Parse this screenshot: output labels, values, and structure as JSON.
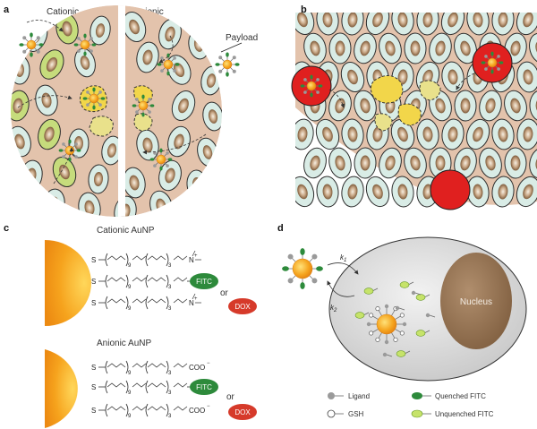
{
  "panels": {
    "a": {
      "label": "a",
      "left_title": "Cationic",
      "right_title": "Anionic",
      "payload_label": "Payload"
    },
    "b": {
      "label": "b"
    },
    "c": {
      "label": "c",
      "top_title": "Cationic AuNP",
      "bottom_title": "Anionic AuNP",
      "fitc": "FITC",
      "dox": "DOX",
      "or_text": "or",
      "sulfur": "S",
      "sub9": "9",
      "sub3": "3",
      "amine": "N",
      "carboxylate": "COO",
      "charge_plus": "+",
      "charge_minus": "−"
    },
    "d": {
      "label": "d",
      "nucleus": "Nucleus",
      "k": "k",
      "k1_sub": "1",
      "k2_sub": "2",
      "legend": {
        "ligand": "Ligand",
        "gsh": "GSH",
        "quenched": "Quenched FITC",
        "unquenched": "Unquenched FITC"
      }
    }
  },
  "colors": {
    "tissue": "#e3c3ac",
    "cell_fill": "#d9ece6",
    "cell_stroke": "#2c2c2c",
    "nucleus_grad_dark": "#8b6a48",
    "nucleus_grad_light": "#f4ead9",
    "cell_green": "#c6dc7c",
    "yellow_cell": "#f2d64a",
    "red": "#e0201f",
    "gold": "#f4a21f",
    "fitc_green": "#2d8a3b",
    "dox_red": "#d63a2a",
    "grey_cell": "#d6d6d6",
    "nucleus_brown": "#9a7757"
  }
}
